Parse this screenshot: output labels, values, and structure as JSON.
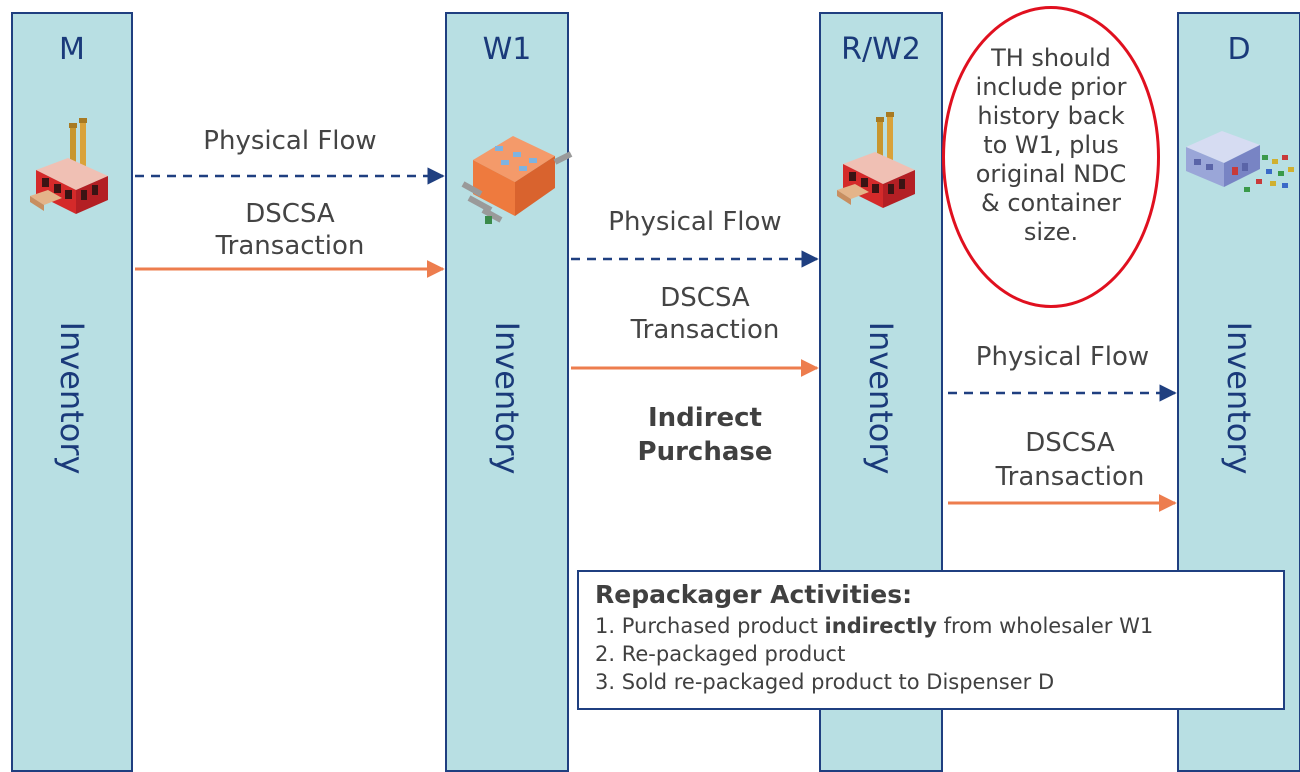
{
  "lanes": [
    {
      "title": "M",
      "inventory": "Inventory"
    },
    {
      "title": "W1",
      "inventory": "Inventory"
    },
    {
      "title": "R/W2",
      "inventory": "Inventory"
    },
    {
      "title": "D",
      "inventory": "Inventory"
    }
  ],
  "flows": {
    "m_w1": {
      "physical": "Physical Flow",
      "transaction_1": "DSCSA",
      "transaction_2": "Transaction"
    },
    "w1_rw2": {
      "physical": "Physical Flow",
      "transaction_1": "DSCSA",
      "transaction_2": "Transaction",
      "note_1": "Indirect",
      "note_2": "Purchase"
    },
    "rw2_d": {
      "physical": "Physical Flow",
      "transaction_1": "DSCSA",
      "transaction_2": "Transaction"
    }
  },
  "th_note": {
    "lines": [
      "TH should",
      "include prior",
      "history back",
      "to W1, plus",
      "original NDC",
      "& container",
      "size."
    ]
  },
  "activities": {
    "title": "Repackager Activities:",
    "items": [
      {
        "num": "1.",
        "before": "Purchased product ",
        "bold": "indirectly",
        "after": " from wholesaler W1"
      },
      {
        "num": "2.",
        "before": "Re-packaged product",
        "bold": "",
        "after": ""
      },
      {
        "num": "3.",
        "before": "Sold re-packaged product to Dispenser D",
        "bold": "",
        "after": ""
      }
    ]
  },
  "icons": [
    "manufacturer-factory-icon",
    "wholesaler-warehouse-icon",
    "repackager-factory-icon",
    "dispenser-pharmacy-icon"
  ],
  "colors": {
    "lane_fill": "#b8dfe3",
    "lane_border": "#1f3f80",
    "physical_flow": "#1f3f80",
    "transaction_flow": "#ed7d4e",
    "note_border": "#e0101f"
  }
}
